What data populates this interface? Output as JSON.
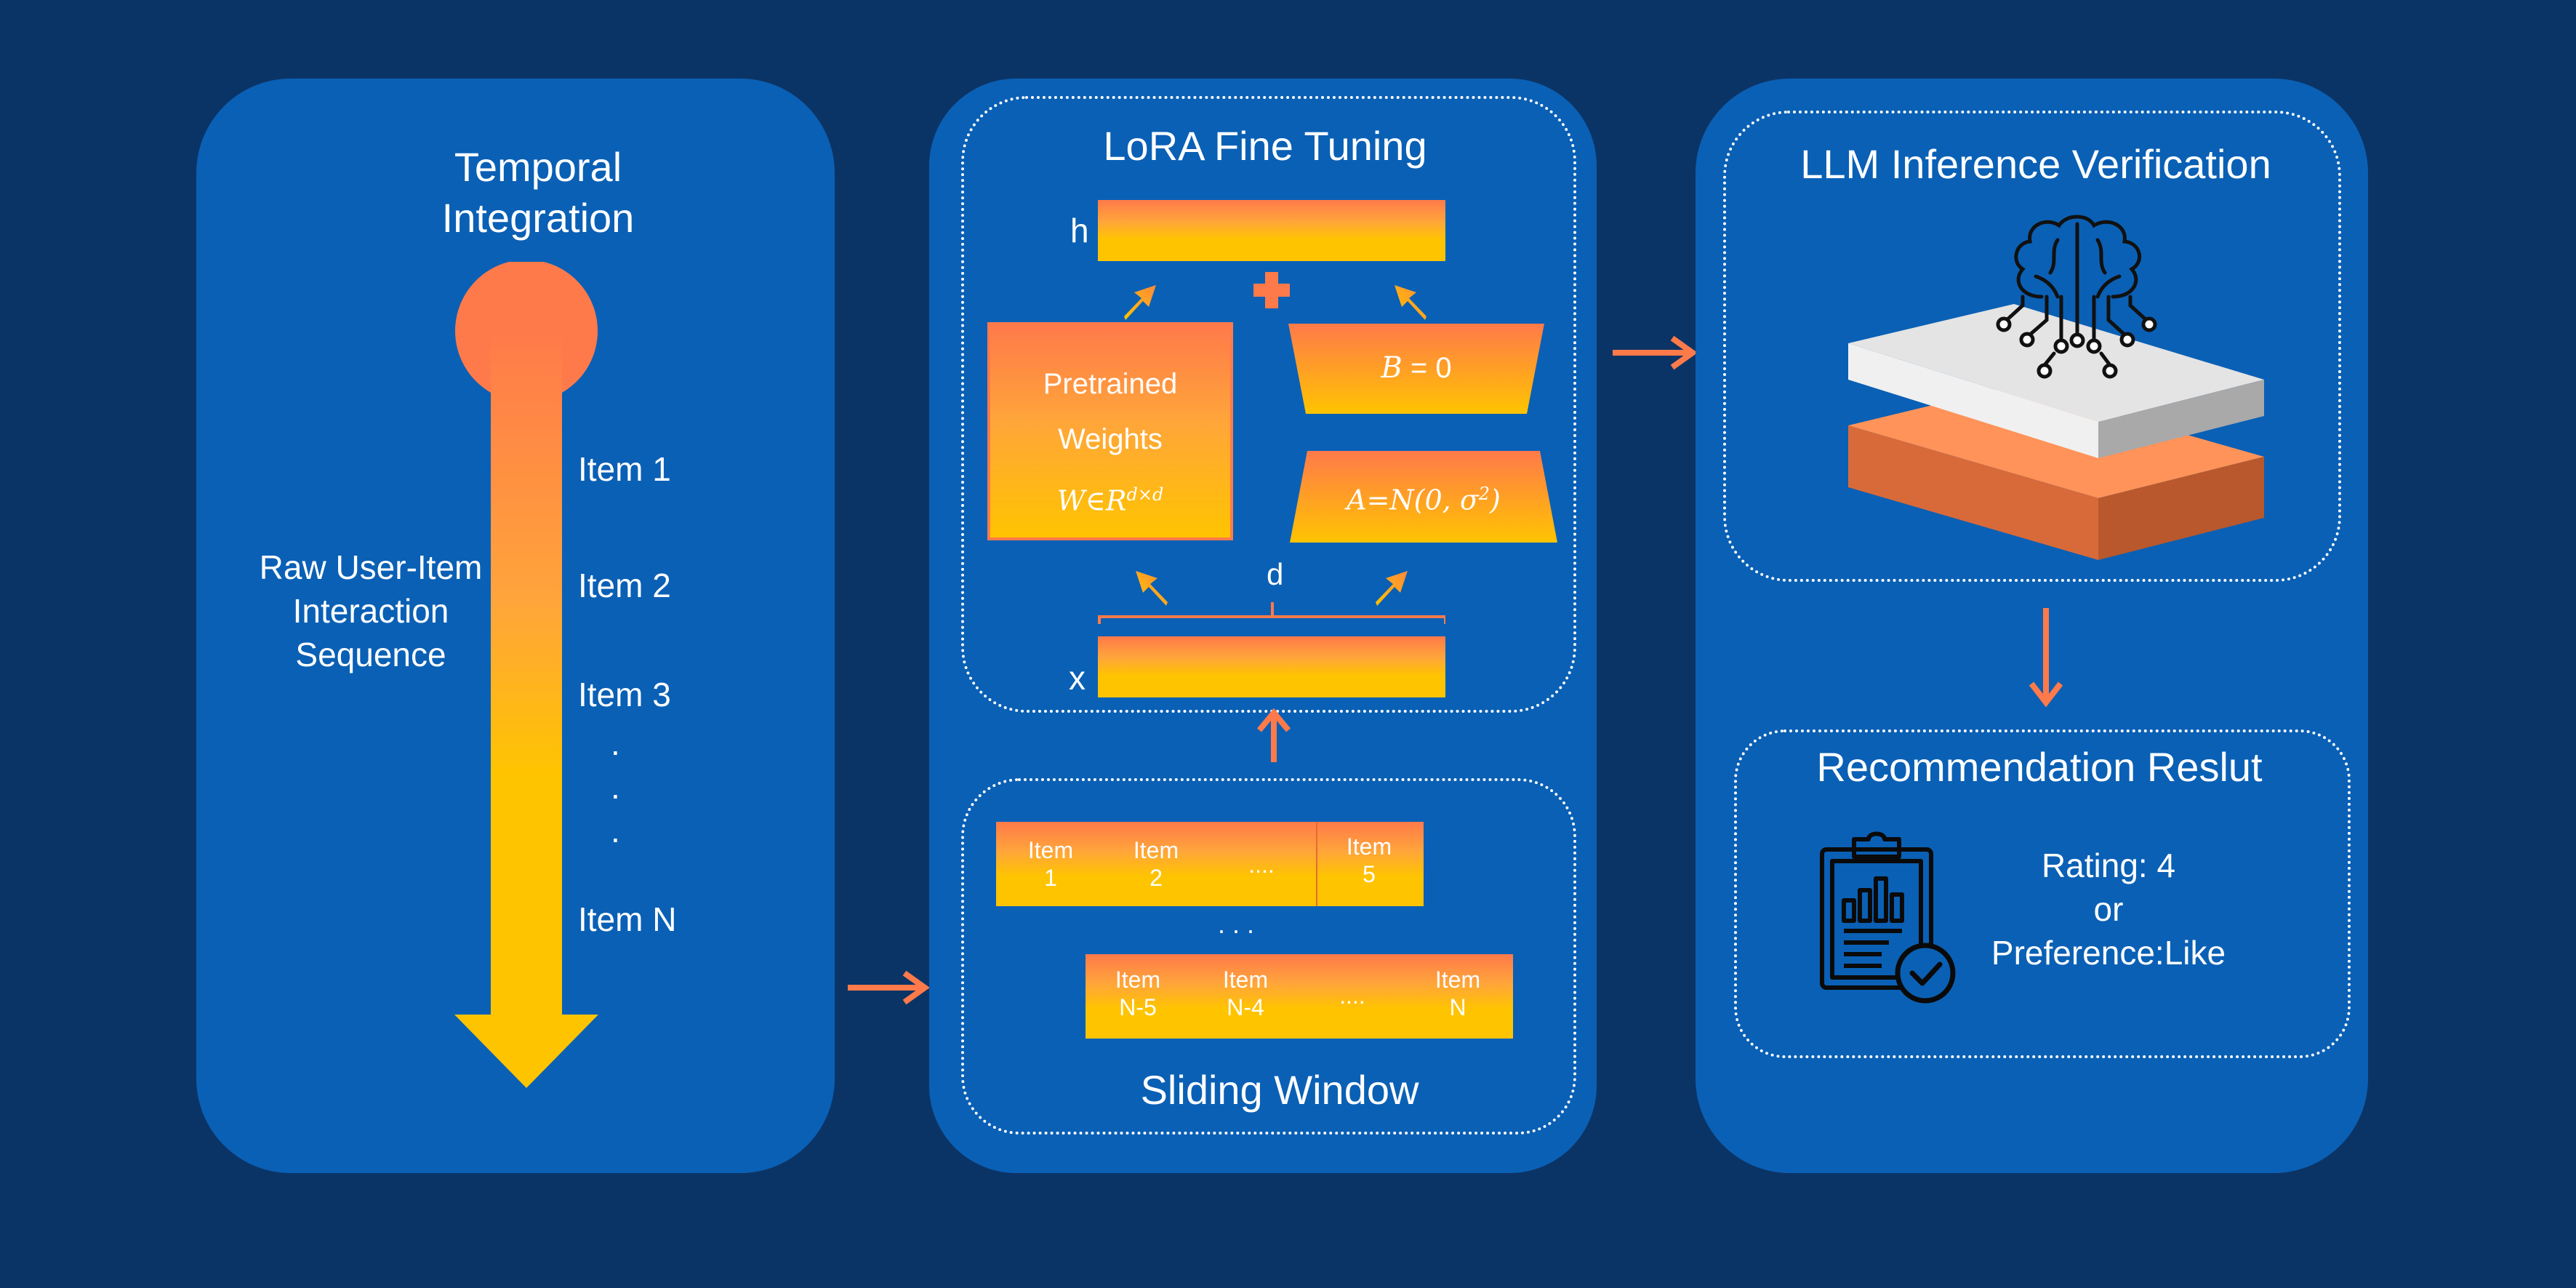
{
  "temporal": {
    "title_line1": "Temporal",
    "title_line2": "Integration",
    "sequence_label": [
      "Raw User-Item",
      "Interaction",
      "Sequence"
    ],
    "items": [
      "Item 1",
      "Item 2",
      "Item 3"
    ],
    "dots": [
      ".",
      ".",
      "."
    ],
    "item_last": "Item N"
  },
  "lora": {
    "title": "LoRA Fine Tuning",
    "h_label": "h",
    "x_label": "x",
    "d_label": "d",
    "pretrained": [
      "Pretrained",
      "Weights"
    ],
    "weights_formula": "W∈R",
    "weights_sup": "d×d",
    "b_text": "B",
    "b_eq": " = 0",
    "a_text": "A=N(0, σ",
    "a_sup": "2",
    "a_close": ")"
  },
  "sliding": {
    "title": "Sliding Window",
    "row1": [
      {
        "l1": "Item",
        "l2": "1"
      },
      {
        "l1": "Item",
        "l2": "2"
      },
      {
        "l1": "....",
        "l2": ""
      },
      {
        "l1": "Item",
        "l2": "5"
      }
    ],
    "between": ". . .",
    "row2": [
      {
        "l1": "Item",
        "l2": "N-5"
      },
      {
        "l1": "Item",
        "l2": "N-4"
      },
      {
        "l1": "....",
        "l2": ""
      },
      {
        "l1": "Item",
        "l2": "N"
      }
    ]
  },
  "llm": {
    "title": "LLM Inference Verification"
  },
  "result": {
    "title": "Recommendation Reslut",
    "line1": "Rating: 4",
    "line2": "or",
    "line3": "Preference:Like"
  },
  "colors": {
    "background": "#0b3466",
    "panel": "#0a60b5",
    "arrow": "#ff7a4a",
    "gradient_top": "#ff7a4a",
    "gradient_bottom": "#ffc400"
  }
}
